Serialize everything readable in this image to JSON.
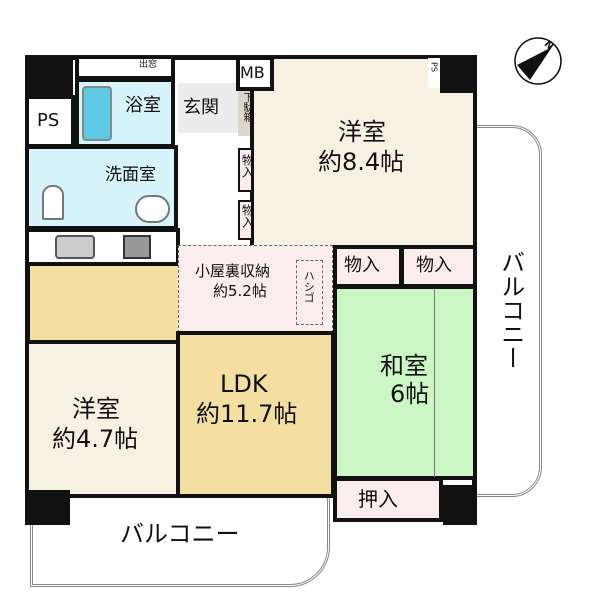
{
  "rooms": {
    "western_8_4": {
      "name": "洋室",
      "size": "約8.4帖"
    },
    "western_4_7": {
      "name": "洋室",
      "size": "約4.7帖"
    },
    "ldk": {
      "name": "LDK",
      "size": "約11.7帖"
    },
    "japanese": {
      "name": "和室",
      "size": "6帖"
    },
    "loft": {
      "name": "小屋裏収納",
      "size": "約5.2帖",
      "ladder": "ハシゴ"
    },
    "bath": "浴室",
    "washroom": "洗面室",
    "entrance": "玄関",
    "shoe_box": "下駄箱",
    "closet": "物入",
    "oshiire": "押入",
    "ps": "PS",
    "mb": "MB",
    "bay_window": "出窓",
    "balcony": "バルコニー"
  },
  "compass": {
    "label": "N"
  },
  "colors": {
    "western": "#f6f1e2",
    "ldk": "#f4dea2",
    "japanese": "#ccf6c6",
    "pink": "#fbeded",
    "water": "#d8f4fb",
    "entrance": "#ececec"
  }
}
